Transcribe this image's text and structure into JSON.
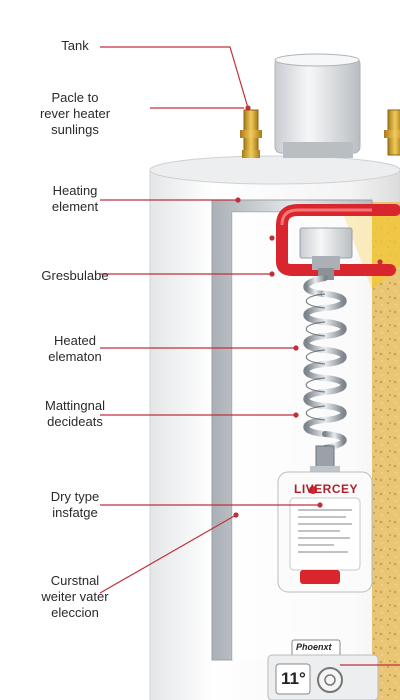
{
  "callouts": [
    {
      "id": "tank",
      "lines": [
        "Tank"
      ]
    },
    {
      "id": "pacle",
      "lines": [
        "Pacle to",
        "rever heater",
        "sunlings"
      ]
    },
    {
      "id": "heating-element",
      "lines": [
        "Heating",
        "element"
      ]
    },
    {
      "id": "gresbulabe",
      "lines": [
        "Gresbulabe"
      ]
    },
    {
      "id": "heated-elematon",
      "lines": [
        "Heated",
        "elematon"
      ]
    },
    {
      "id": "mattingnal",
      "lines": [
        "Mattingnal",
        "decideats"
      ]
    },
    {
      "id": "dry-type",
      "lines": [
        "Dry type",
        "insfatge"
      ]
    },
    {
      "id": "curstnal",
      "lines": [
        "Curstnal",
        "weiter  vater",
        "eleccion"
      ]
    }
  ],
  "product_label": {
    "brand": "LIVERCEY"
  },
  "base_brand": "Phoenxt",
  "display_value": "11°",
  "colors": {
    "callout_line": "#c0303a",
    "pipe_red": "#d9262e",
    "brass": "#d4a531",
    "insulation": "#e8c676",
    "tank_body": "#f3f3f3",
    "inner_wall": "#c9ced3"
  }
}
